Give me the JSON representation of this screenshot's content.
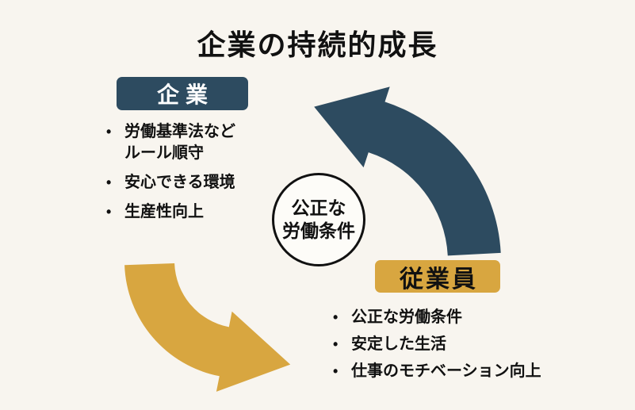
{
  "title": "企業の持続的成長",
  "cycle": {
    "bullet_marker": "•",
    "company": {
      "label": "企業",
      "bullets": [
        {
          "line1": "労働基準法など",
          "line2": "ルール順守"
        },
        {
          "line1": "安心できる環境"
        },
        {
          "line1": "生産性向上"
        }
      ]
    },
    "employee": {
      "label": "従業員",
      "bullets": [
        "公正な労働条件",
        "安定した生活",
        "仕事のモチベーション向上"
      ]
    },
    "center_badge": {
      "line1": "公正な",
      "line2": "労働条件"
    }
  },
  "colors": {
    "background": "#f8f5ef",
    "navy": "#2d4b60",
    "gold": "#d8a640",
    "text": "#111111",
    "circle_bg": "#fdfcf8",
    "circle_border": "#111111",
    "company_label_text": "#ffffff",
    "employee_label_text": "#111111"
  }
}
